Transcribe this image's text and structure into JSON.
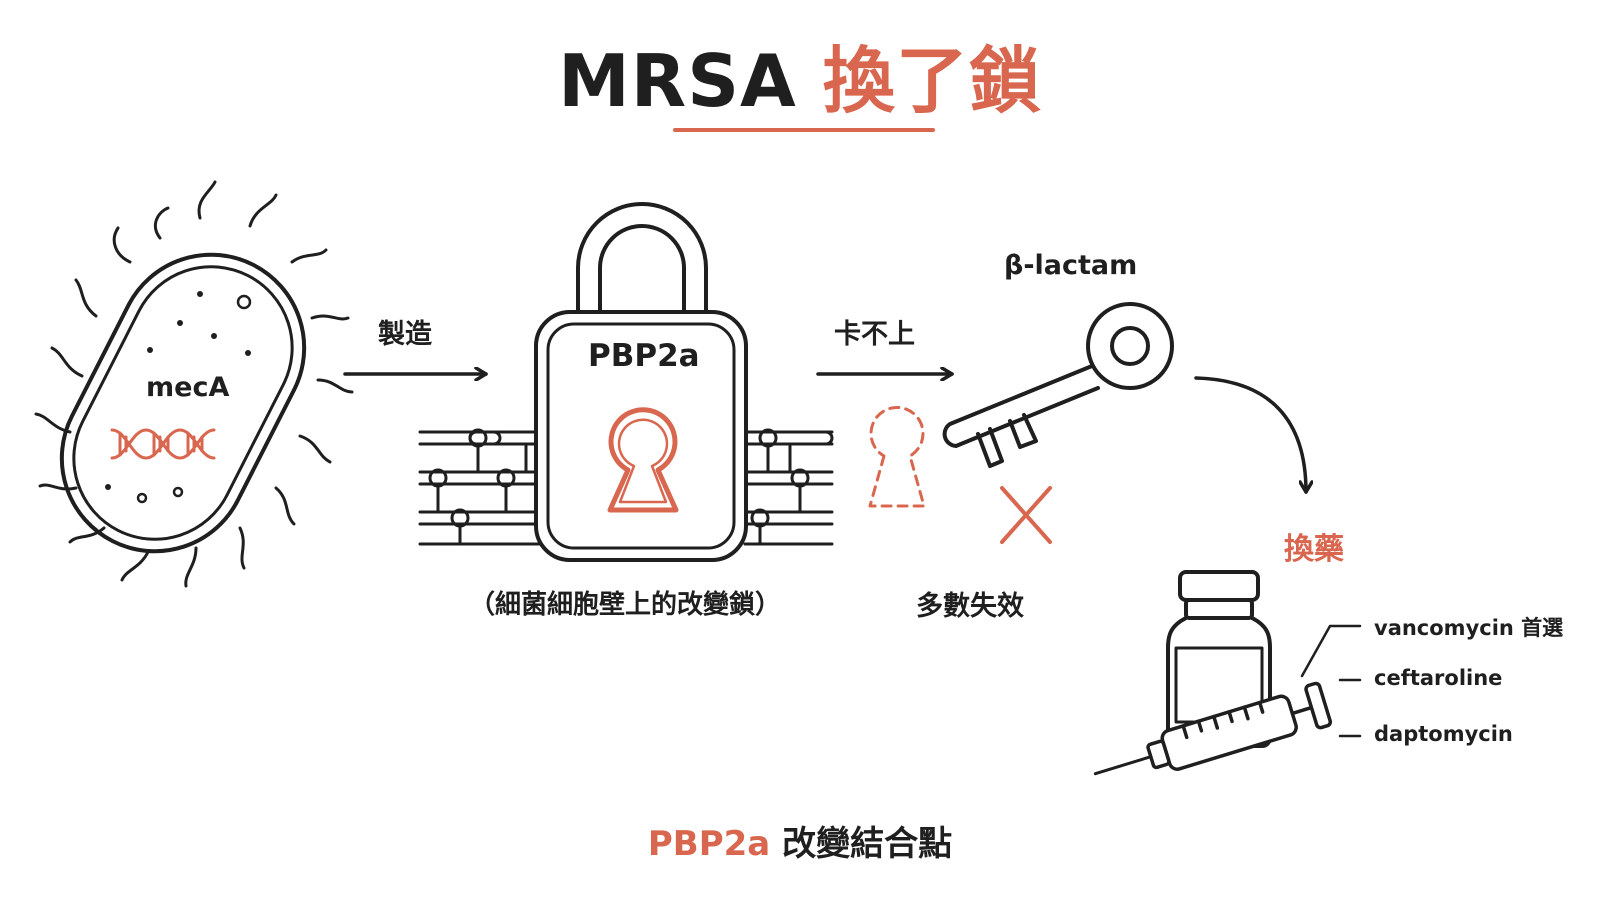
{
  "colors": {
    "ink": "#1f1f1f",
    "accent": "#d9674f"
  },
  "title": {
    "main": "MRSA",
    "accent": "換了鎖"
  },
  "bacterium": {
    "gene_label": "mecA",
    "icon": "dna-icon"
  },
  "arrows": {
    "make_label": "製造",
    "no_fit_label": "卡不上"
  },
  "lock": {
    "label": "PBP2a",
    "caption": "（細菌細胞壁上的改變鎖）"
  },
  "key": {
    "label": "β-lactam",
    "result_label": "多數失效"
  },
  "switch": {
    "label": "換藥",
    "drugs": [
      "vancomycin 首選",
      "ceftaroline",
      "daptomycin"
    ]
  },
  "footer": {
    "accent": "PBP2a",
    "text": "改變結合點"
  }
}
